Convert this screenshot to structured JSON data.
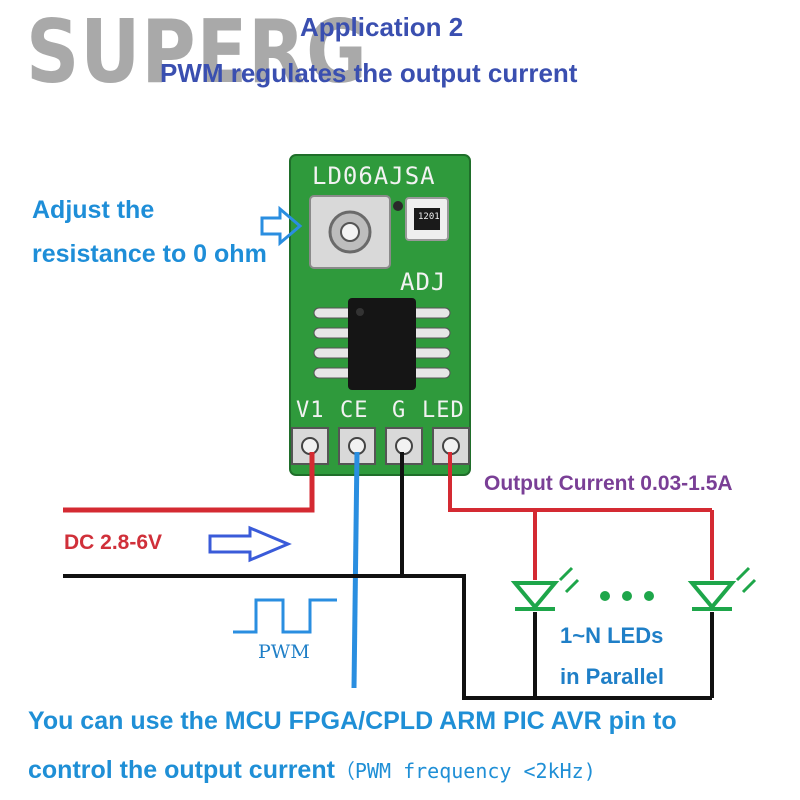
{
  "header": {
    "title_line1": "Application 2",
    "title_line2": "PWM regulates the output current"
  },
  "watermark": {
    "text": "Superg"
  },
  "board": {
    "model": "LD06AJSA",
    "adj": "ADJ",
    "pins": {
      "v1": "V1",
      "ce": "CE",
      "g": "G",
      "led": "LED"
    },
    "resistor_code": "1201"
  },
  "labels": {
    "adjust_line1": "Adjust the",
    "adjust_line2": "resistance to 0 ohm",
    "dc_input": "DC 2.8-6V",
    "output_current": "Output Current 0.03-1.5A",
    "pwm": "PWM",
    "leds_line1": "1~N LEDs",
    "leds_line2": "in Parallel"
  },
  "footer": {
    "line1": "You can use the MCU FPGA/CPLD ARM PIC AVR  pin to",
    "line2_main": "control the output current",
    "line2_note": "（PWM frequency <2kHz)"
  },
  "colors": {
    "title": "#3a4fb0",
    "board_green": "#2f9a3c",
    "wire_red": "#d42a32",
    "wire_blue": "#2a8ee0",
    "wire_black": "#111111",
    "led_green": "#1ea64a",
    "arrow_blue": "#3a5bd9"
  }
}
